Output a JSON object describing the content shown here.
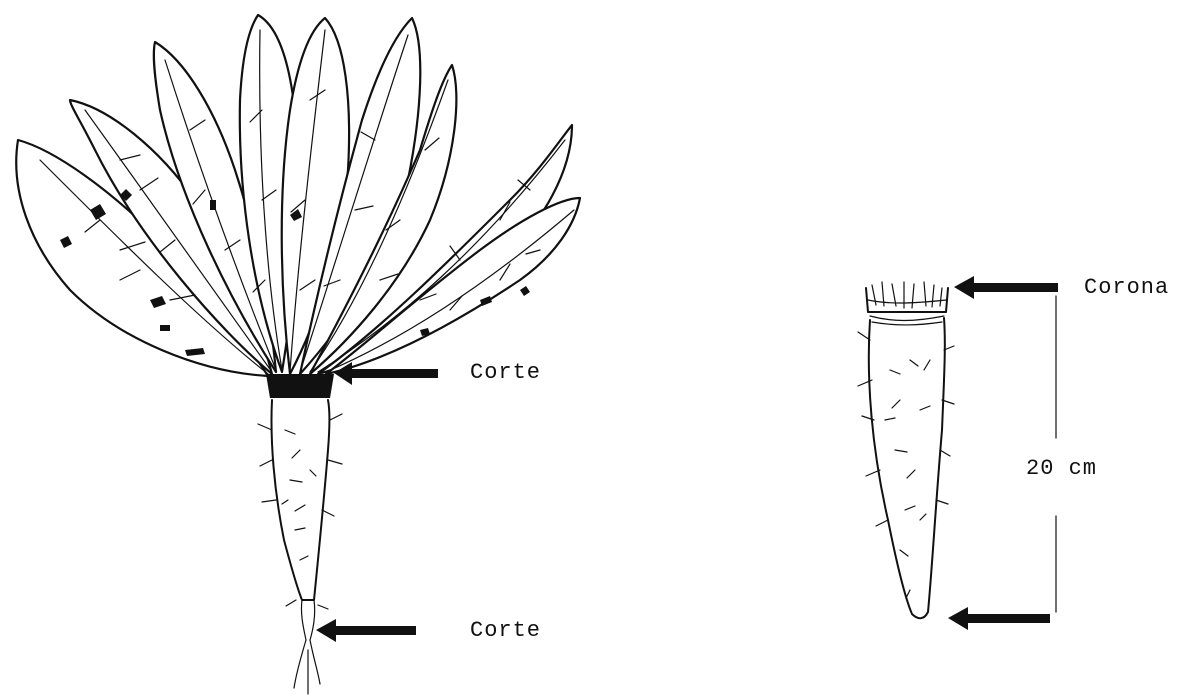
{
  "labels": {
    "cut_top": "Corte",
    "cut_bottom": "Corte",
    "crown": "Corona",
    "length": "20 cm"
  },
  "colors": {
    "ink": "#111111",
    "background": "#ffffff"
  }
}
